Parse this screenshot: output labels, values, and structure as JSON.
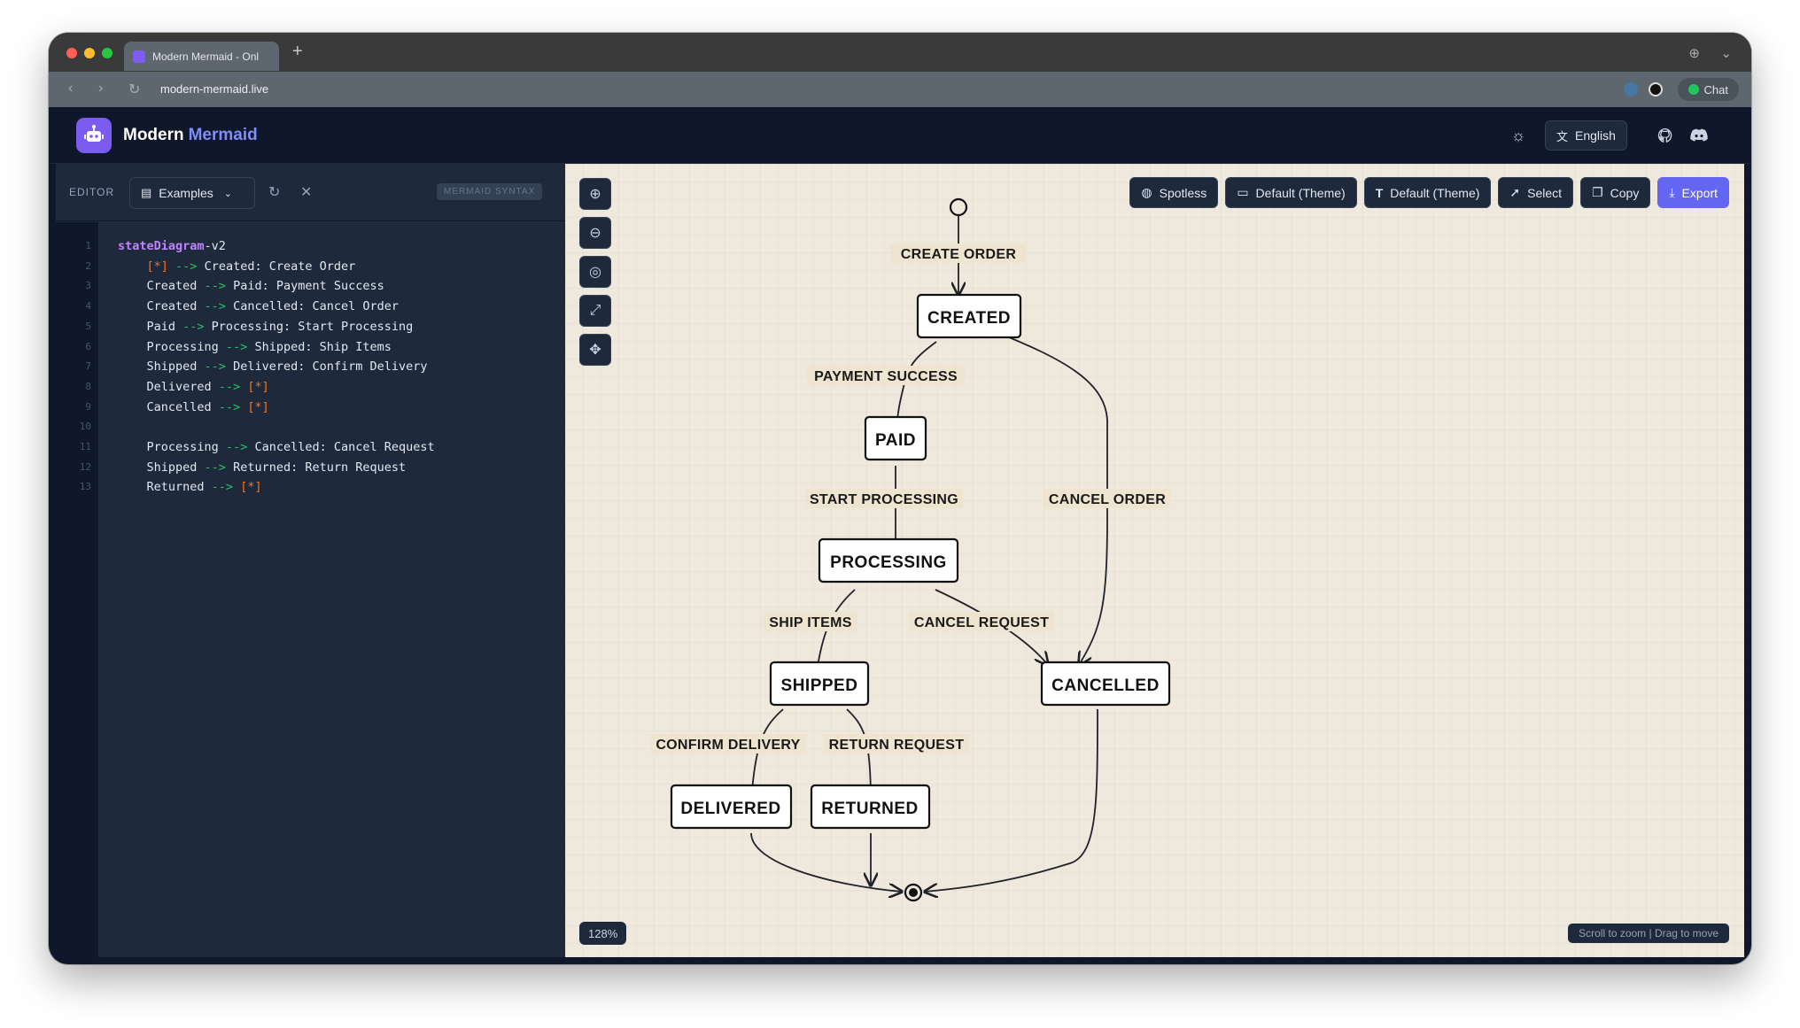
{
  "browser": {
    "tab_title": "Modern Mermaid - Onl",
    "new_tab": "+",
    "url": "modern-mermaid.live",
    "chat_label": "Chat"
  },
  "app": {
    "brand_primary": "Modern",
    "brand_accent": "Mermaid",
    "language": "English"
  },
  "editor": {
    "label": "EDITOR",
    "examples_label": "Examples",
    "syntax_badge": "MERMAID SYNTAX",
    "line_numbers": [
      "1",
      "2",
      "3",
      "4",
      "5",
      "6",
      "7",
      "8",
      "9",
      "10",
      "11",
      "12",
      "13"
    ],
    "lines": [
      {
        "indent": "",
        "segments": [
          {
            "t": "stateDiagram",
            "c": "kw"
          },
          {
            "t": "-v2",
            "c": ""
          }
        ]
      },
      {
        "indent": "    ",
        "segments": [
          {
            "t": "[*]",
            "c": "st"
          },
          {
            "t": " ",
            "c": ""
          },
          {
            "t": "-->",
            "c": "ar"
          },
          {
            "t": " Created: Create Order",
            "c": ""
          }
        ]
      },
      {
        "indent": "    ",
        "segments": [
          {
            "t": "Created ",
            "c": ""
          },
          {
            "t": "-->",
            "c": "ar"
          },
          {
            "t": " Paid: Payment Success",
            "c": ""
          }
        ]
      },
      {
        "indent": "    ",
        "segments": [
          {
            "t": "Created ",
            "c": ""
          },
          {
            "t": "-->",
            "c": "ar"
          },
          {
            "t": " Cancelled: Cancel Order",
            "c": ""
          }
        ]
      },
      {
        "indent": "    ",
        "segments": [
          {
            "t": "Paid ",
            "c": ""
          },
          {
            "t": "-->",
            "c": "ar"
          },
          {
            "t": " Processing: Start Processing",
            "c": ""
          }
        ]
      },
      {
        "indent": "    ",
        "segments": [
          {
            "t": "Processing ",
            "c": ""
          },
          {
            "t": "-->",
            "c": "ar"
          },
          {
            "t": " Shipped: Ship Items",
            "c": ""
          }
        ]
      },
      {
        "indent": "    ",
        "segments": [
          {
            "t": "Shipped ",
            "c": ""
          },
          {
            "t": "-->",
            "c": "ar"
          },
          {
            "t": " Delivered: Confirm Delivery",
            "c": ""
          }
        ]
      },
      {
        "indent": "    ",
        "segments": [
          {
            "t": "Delivered ",
            "c": ""
          },
          {
            "t": "-->",
            "c": "ar"
          },
          {
            "t": " ",
            "c": ""
          },
          {
            "t": "[*]",
            "c": "st"
          }
        ]
      },
      {
        "indent": "    ",
        "segments": [
          {
            "t": "Cancelled ",
            "c": ""
          },
          {
            "t": "-->",
            "c": "ar"
          },
          {
            "t": " ",
            "c": ""
          },
          {
            "t": "[*]",
            "c": "st"
          }
        ]
      },
      {
        "indent": "",
        "segments": []
      },
      {
        "indent": "    ",
        "segments": [
          {
            "t": "Processing ",
            "c": ""
          },
          {
            "t": "-->",
            "c": "ar"
          },
          {
            "t": " Cancelled: Cancel Request",
            "c": ""
          }
        ]
      },
      {
        "indent": "    ",
        "segments": [
          {
            "t": "Shipped ",
            "c": ""
          },
          {
            "t": "-->",
            "c": "ar"
          },
          {
            "t": " Returned: Return Request",
            "c": ""
          }
        ]
      },
      {
        "indent": "    ",
        "segments": [
          {
            "t": "Returned ",
            "c": ""
          },
          {
            "t": "-->",
            "c": "ar"
          },
          {
            "t": " ",
            "c": ""
          },
          {
            "t": "[*]",
            "c": "st"
          }
        ]
      }
    ]
  },
  "canvas_toolbar": {
    "spotless": "Spotless",
    "theme1": "Default (Theme)",
    "theme2": "Default (Theme)",
    "select": "Select",
    "copy": "Copy",
    "export": "Export"
  },
  "canvas": {
    "zoom": "128%",
    "hint": "Scroll to zoom | Drag to move"
  },
  "diagram": {
    "states": [
      {
        "id": "created",
        "label": "CREATED"
      },
      {
        "id": "paid",
        "label": "PAID"
      },
      {
        "id": "processing",
        "label": "PROCESSING"
      },
      {
        "id": "shipped",
        "label": "SHIPPED"
      },
      {
        "id": "cancelled",
        "label": "CANCELLED"
      },
      {
        "id": "delivered",
        "label": "DELIVERED"
      },
      {
        "id": "returned",
        "label": "RETURNED"
      }
    ],
    "transitions": [
      {
        "id": "create-order",
        "label": "CREATE ORDER"
      },
      {
        "id": "payment-success",
        "label": "PAYMENT SUCCESS"
      },
      {
        "id": "start-processing",
        "label": "START PROCESSING"
      },
      {
        "id": "cancel-order",
        "label": "CANCEL ORDER"
      },
      {
        "id": "ship-items",
        "label": "SHIP ITEMS"
      },
      {
        "id": "cancel-request",
        "label": "CANCEL REQUEST"
      },
      {
        "id": "confirm-delivery",
        "label": "CONFIRM DELIVERY"
      },
      {
        "id": "return-request",
        "label": "RETURN REQUEST"
      }
    ]
  },
  "colors": {
    "accent": "#6366f1",
    "brand": "#7c5cf0",
    "canvas_bg": "#efe8dd",
    "editor_bg": "#1e293b"
  }
}
